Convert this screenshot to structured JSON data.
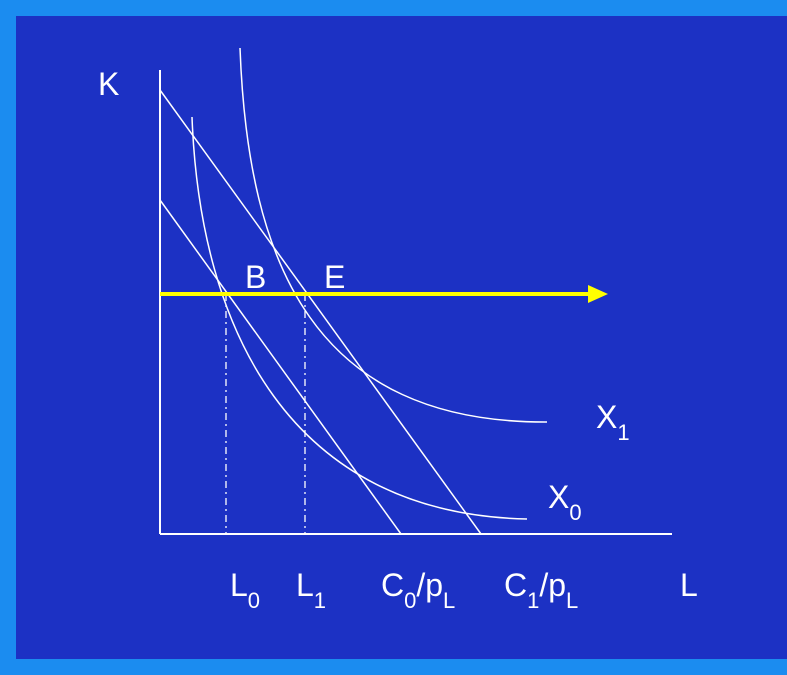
{
  "colors": {
    "frame": "#1b8cf0",
    "panel": "#1c31c4",
    "lines": "#ffffff",
    "arrow": "#ffff00"
  },
  "axes": {
    "y_label": "K",
    "x_label": "L"
  },
  "points": {
    "b": "B",
    "e": "E"
  },
  "curves": {
    "x1": {
      "base": "X",
      "sub": "1"
    },
    "x0": {
      "base": "X",
      "sub": "0"
    }
  },
  "ticks": {
    "l0": {
      "base": "L",
      "sub": "0"
    },
    "l1": {
      "base": "L",
      "sub": "1"
    },
    "c0": {
      "base": "C",
      "sub": "0",
      "mid": "/p",
      "sub2": "L"
    },
    "c1": {
      "base": "C",
      "sub": "1",
      "mid": "/p",
      "sub2": "L"
    }
  }
}
